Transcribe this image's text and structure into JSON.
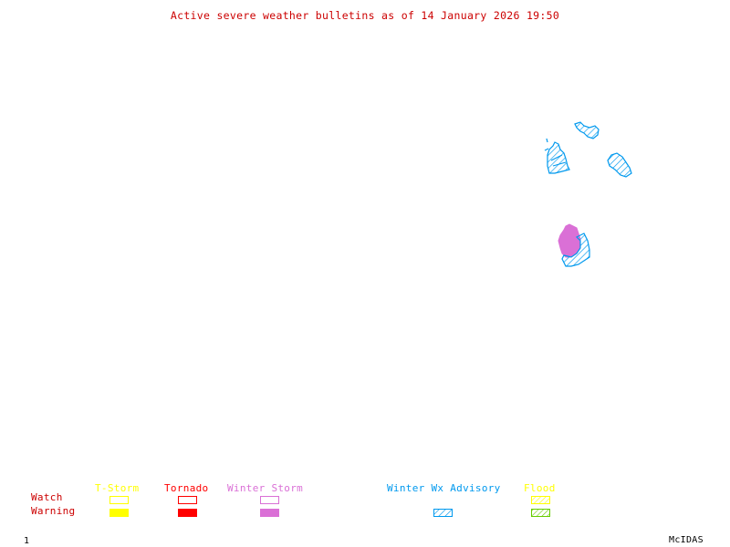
{
  "title": "Active severe weather bulletins as of 14 January 2026 19:50",
  "legend": {
    "row_labels": {
      "watch": "Watch",
      "warning": "Warning"
    },
    "categories": [
      {
        "name": "T-Storm",
        "color": "#ffff00",
        "watch_style": "outline",
        "warning_style": "solid"
      },
      {
        "name": "Tornado",
        "color": "#ff0000",
        "watch_style": "outline",
        "warning_style": "solid"
      },
      {
        "name": "Winter Storm",
        "color": "#da70d6",
        "watch_style": "outline",
        "warning_style": "solid"
      },
      {
        "name": "Winter Wx Advisory",
        "color": "#0099ee",
        "watch_style": "none",
        "warning_style": "hatched"
      },
      {
        "name": "Flood",
        "color": "#ffff00",
        "warning_color": "#66cc00",
        "watch_style": "hatched",
        "warning_style": "hatched"
      }
    ]
  },
  "map_regions": [
    {
      "id": "advisory-northeast-1",
      "type": "Winter Wx Advisory",
      "color": "#0099ee"
    },
    {
      "id": "advisory-northeast-2",
      "type": "Winter Wx Advisory",
      "color": "#0099ee"
    },
    {
      "id": "advisory-northeast-3",
      "type": "Winter Wx Advisory",
      "color": "#0099ee"
    },
    {
      "id": "advisory-midatlantic",
      "type": "Winter Wx Advisory",
      "color": "#0099ee"
    },
    {
      "id": "winter-storm-warning-midatlantic",
      "type": "Winter Storm Warning",
      "color": "#da70d6"
    }
  ],
  "footer": {
    "frame_number": "1",
    "software_label": "McIDAS"
  }
}
